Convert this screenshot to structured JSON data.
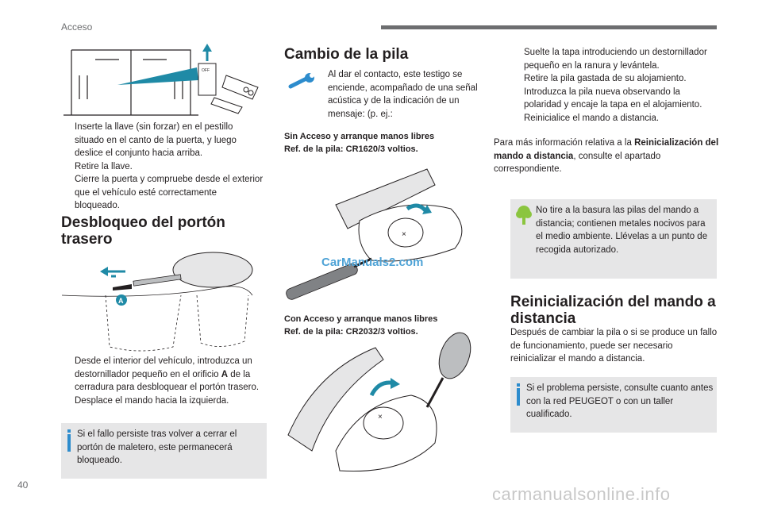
{
  "header": {
    "title": "Acceso"
  },
  "footer": {
    "page_number": "40",
    "watermark": "carmanualsonline.info"
  },
  "images": {
    "battery_watermark": "CarManuals2.com",
    "tailgate_label": "A",
    "lock_label": "OFF"
  },
  "left_column": {
    "door_steps": [
      "Inserte la llave (sin forzar) en el pestillo situado en el canto de la puerta, y luego deslice el conjunto hacia arriba.",
      "Retire la llave.",
      "Cierre la puerta y compruebe desde el exterior que el vehículo esté correctamente bloqueado."
    ],
    "tailgate_heading": "Desbloqueo del portón trasero",
    "tailgate_steps": {
      "step1_before": "Desde el interior del vehículo, introduzca un destornillador pequeño en el orificio ",
      "step1_bold": "A",
      "step1_after": " de la cerradura para desbloquear el portón trasero.",
      "step2": "Desplace el mando hacia la izquierda."
    },
    "note": "Si el fallo persiste tras volver a cerrar el portón de maletero, este permanecerá bloqueado."
  },
  "middle_column": {
    "heading": "Cambio de la pila",
    "intro": "Al dar el contacto, este testigo se enciende, acompañado de una señal acústica y de la indicación de un mensaje: (p. ej.:",
    "variant1_line1": "Sin Acceso y arranque manos libres",
    "variant1_line2": "Ref. de la pila: CR1620/3 voltios.",
    "variant2_line1": "Con Acceso y arranque manos libres",
    "variant2_line2": "Ref. de la pila: CR2032/3 voltios."
  },
  "right_column": {
    "steps": [
      "Suelte la tapa introduciendo un destornillador pequeño en la ranura y levántela.",
      "Retire la pila gastada de su alojamiento.",
      "Introduzca la pila nueva observando la polaridad y encaje la tapa en el alojamiento.",
      "Reinicialice el mando a distancia."
    ],
    "more_info_before": "Para más información relativa a la ",
    "more_info_bold": "Reinicialización del mando a distancia",
    "more_info_after": ", consulte el apartado correspondiente.",
    "eco_note": "No tire a la basura las pilas del mando a distancia; contienen metales nocivos para el medio ambiente. Llévelas a un punto de recogida autorizado.",
    "reinit_heading": "Reinicialización del mando a distancia",
    "reinit_text": "Después de cambiar la pila o si se produce un fallo de funcionamiento, puede ser necesario reinicializar el mando a distancia.",
    "reinit_note": "Si el problema persiste, consulte cuanto antes con la red PEUGEOT o con un taller cualificado."
  },
  "colors": {
    "info_blue": "#2d8ccd",
    "wrench_blue": "#2d8ccd",
    "eco_green": "#8bc53f",
    "note_bg": "#e6e6e7",
    "callout": "#1f8aa6"
  },
  "icons": {
    "bullet": "",
    "wrench": "wrench-icon",
    "info": "info-icon",
    "eco": "tree-icon"
  }
}
